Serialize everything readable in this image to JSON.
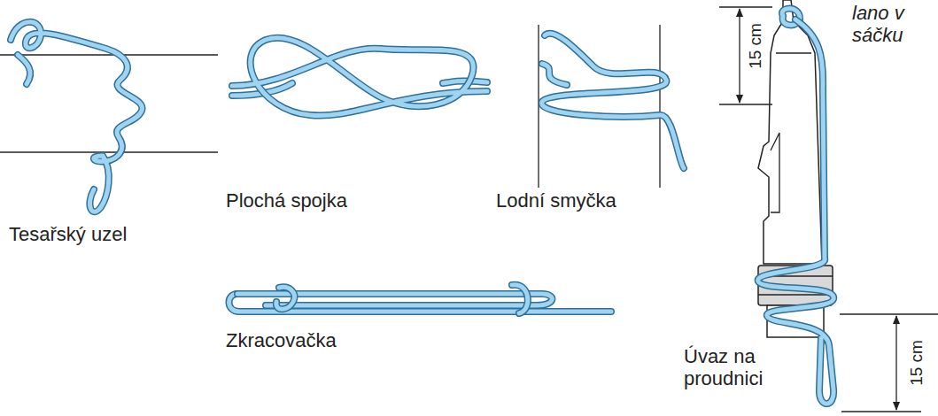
{
  "diagram": {
    "labels": [
      "Tesařský uzel",
      "Plochá spojka",
      "Lodní smyčka",
      "Zkracovačka",
      "lano v sáčku",
      "15 cm",
      "15 cm",
      "Úvaz na proudnici"
    ]
  }
}
